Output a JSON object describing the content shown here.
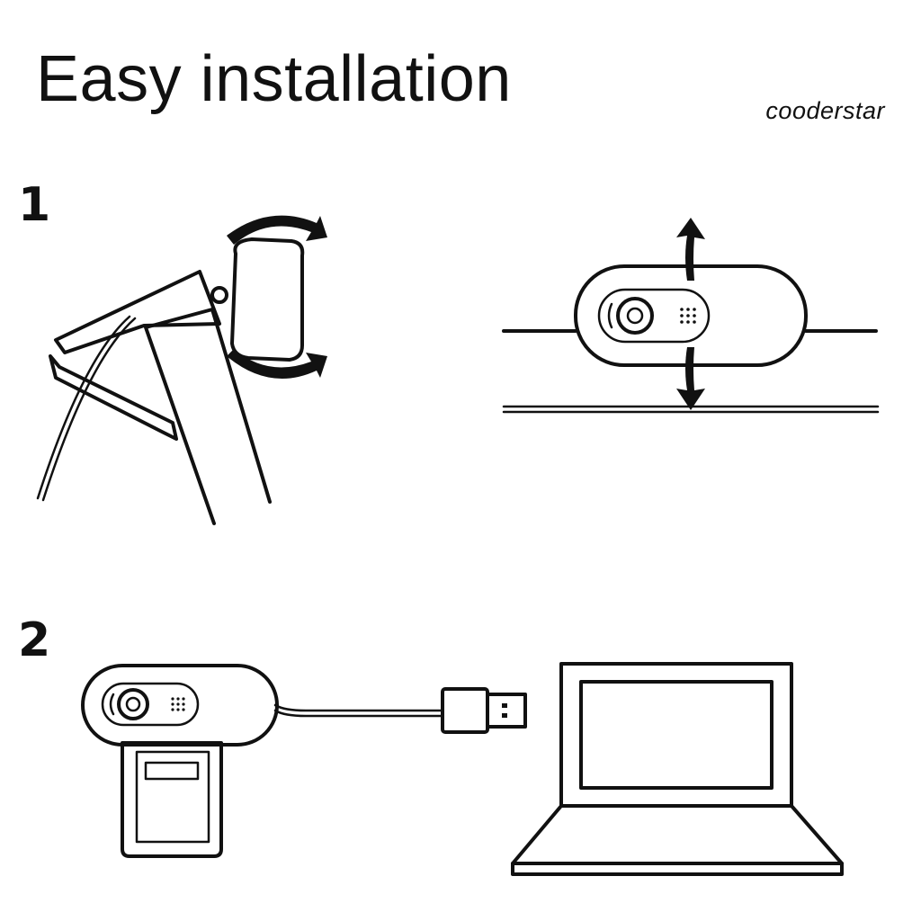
{
  "header": {
    "title": "Easy installation",
    "brand": "cooderstar"
  },
  "steps": [
    {
      "number": "1"
    },
    {
      "number": "2"
    }
  ],
  "icons": {
    "step1_left": "webcam-clipped-on-monitor-side-view",
    "step1_right": "webcam-clipped-on-monitor-front-view",
    "step2_left": "webcam-with-stand",
    "step2_middle": "usb-plug",
    "step2_right": "laptop"
  },
  "colors": {
    "ink": "#111111",
    "background": "#ffffff"
  }
}
